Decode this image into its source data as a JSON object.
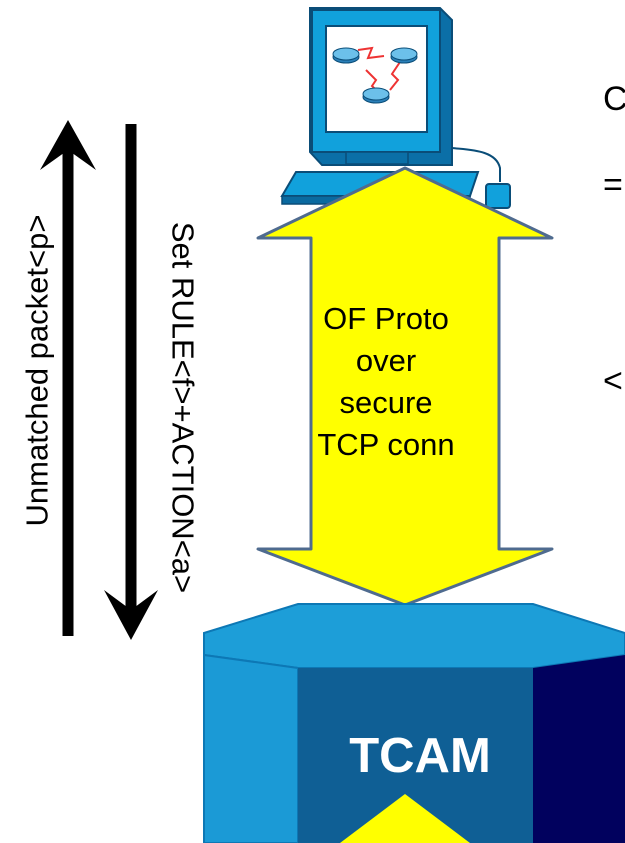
{
  "labels": {
    "unmatched": "Unmatched packet<p>",
    "set_rule": "Set RULE<f>+ACTION<a>",
    "arrow_lines": [
      "OF Proto",
      "over",
      "secure",
      "TCP conn"
    ],
    "tcam": "TCAM",
    "edge_1": "C",
    "edge_2": "=",
    "edge_3": "<"
  },
  "colors": {
    "arrow_fill": "#ffff00",
    "arrow_stroke": "#4f6b8f",
    "tcam_light": "#1b9ad6",
    "tcam_mid": "#0f5f95",
    "tcam_dark": "#01015e",
    "monitor_blue": "#0e94d0"
  },
  "icons": [
    "controller-computer-icon",
    "tcam-switch-icon"
  ]
}
